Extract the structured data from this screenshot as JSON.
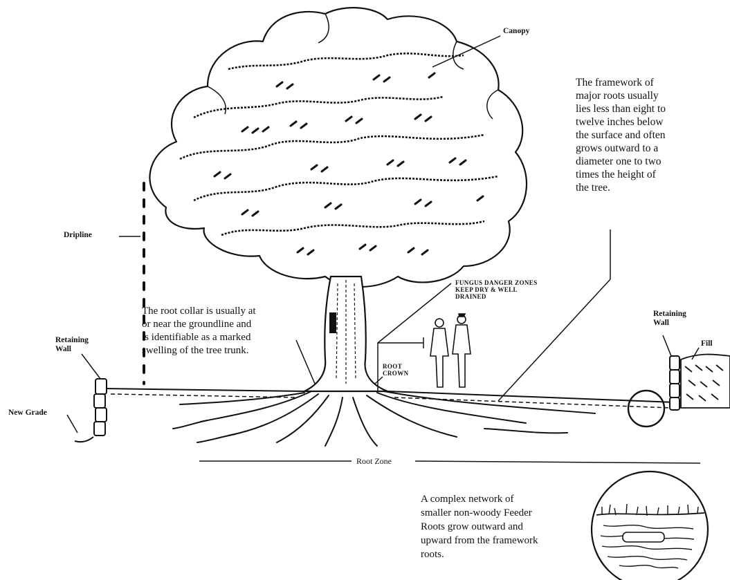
{
  "labels": {
    "canopy": "Canopy",
    "dripline": "Dripline",
    "retaining_wall_left_1": "Retaining",
    "retaining_wall_left_2": "Wall",
    "new_grade": "New Grade",
    "retaining_wall_right_1": "Retaining",
    "retaining_wall_right_2": "Wall",
    "fill": "Fill",
    "root_zone": "Root Zone",
    "root_crown_1": "ROOT",
    "root_crown_2": "CROWN",
    "fungus_1": "FUNGUS  DANGER  ZONES",
    "fungus_2": "KEEP  DRY &    WELL",
    "fungus_3": "DRAINED"
  },
  "framework_note": [
    "The framework of",
    "major roots usually",
    "lies less than eight to",
    "twelve inches below",
    "the surface and often",
    "grows outward to a",
    "diameter one to two",
    "times the height of",
    "the tree."
  ],
  "root_collar_note": [
    "The root collar is usually at",
    "or near the groundline and",
    "is identifiable as a marked",
    "swelling of the tree trunk."
  ],
  "feeder_note": [
    "A complex network of",
    "smaller non-woody Feeder",
    "Roots grow outward and",
    "upward from the framework",
    "roots."
  ],
  "colors": {
    "ink": "#111111",
    "paper": "#ffffff"
  }
}
